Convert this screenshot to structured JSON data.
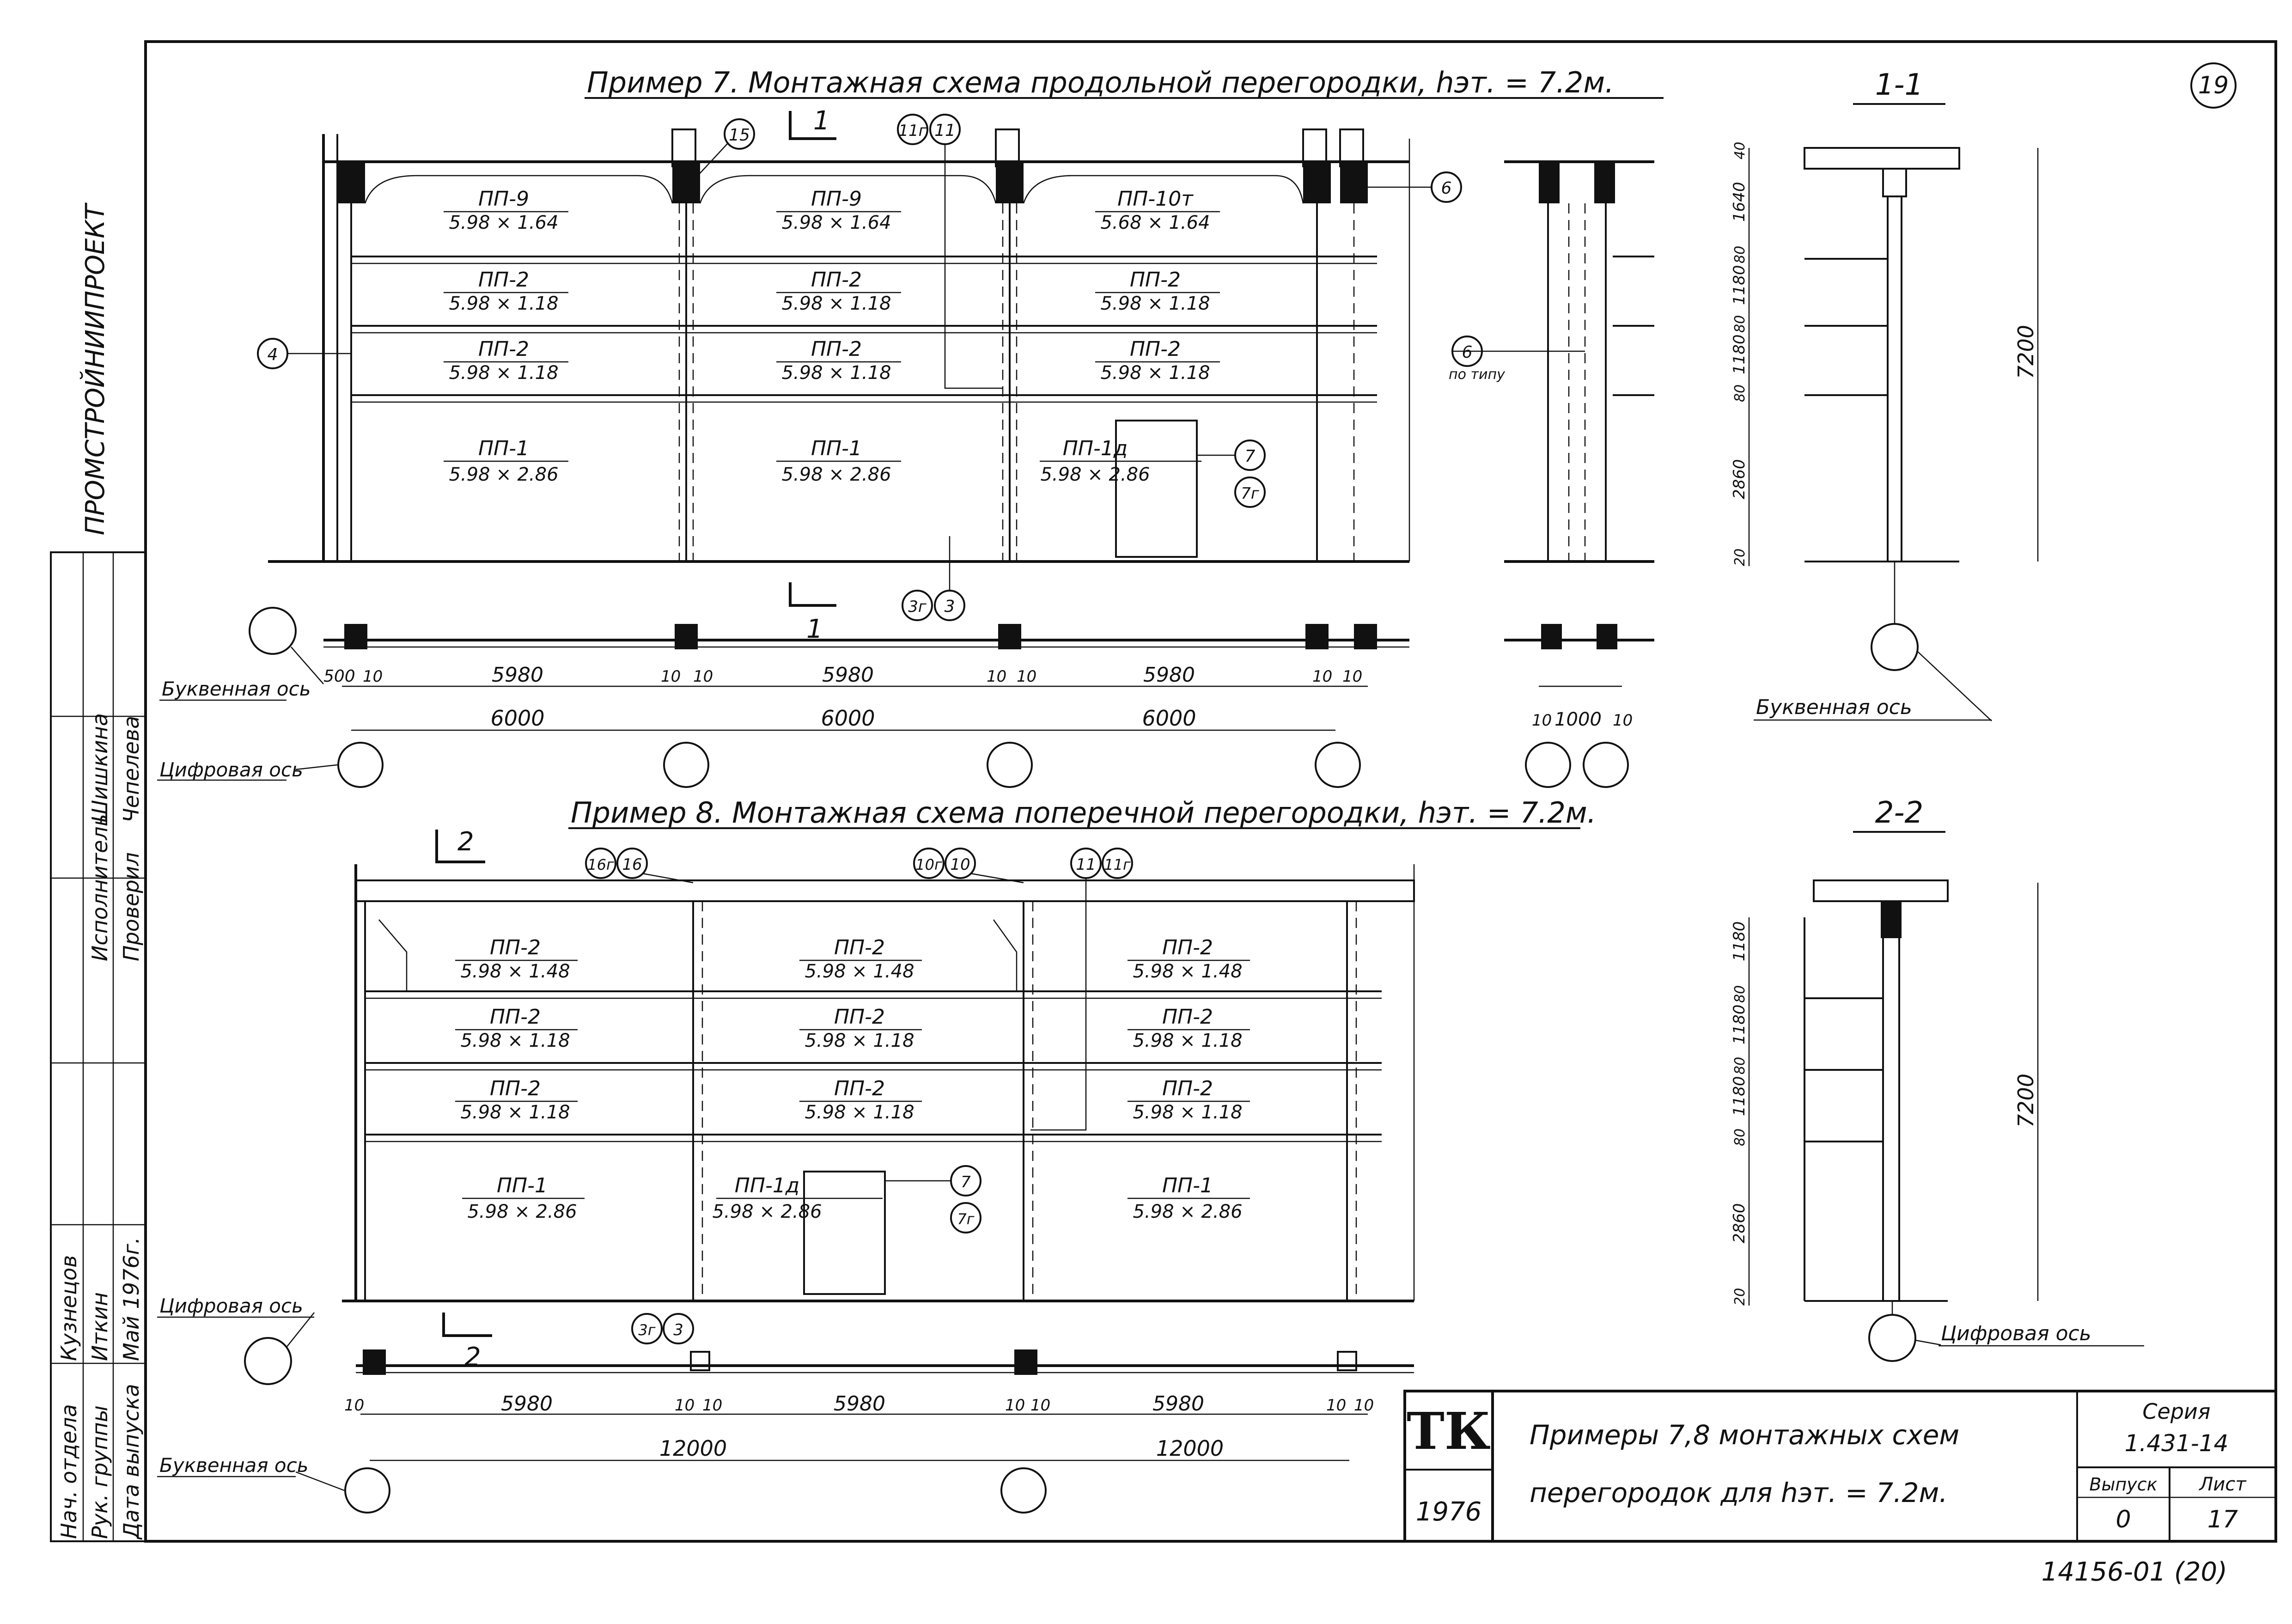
{
  "sheet": {
    "sheet_number_circle": "19",
    "inventory_number": "14156-01 (20)",
    "org": "ПРОМСТРОЙНИИПРОЕКТ"
  },
  "example7": {
    "title": "Пример 7. Монтажная схема продольной перегородки, hэт. = 7.2м.",
    "section_mark": "1",
    "panels": [
      [
        "ПП-9",
        "5.98 × 1.64"
      ],
      [
        "ПП-9",
        "5.98 × 1.64"
      ],
      [
        "ПП-10т",
        "5.68 × 1.64"
      ],
      [
        "ПП-2",
        "5.98 × 1.18"
      ],
      [
        "ПП-2",
        "5.98 × 1.18"
      ],
      [
        "ПП-2",
        "5.98 × 1.18"
      ],
      [
        "ПП-2",
        "5.98 × 1.18"
      ],
      [
        "ПП-2",
        "5.98 × 1.18"
      ],
      [
        "ПП-2",
        "5.98 × 1.18"
      ],
      [
        "ПП-1",
        "5.98 × 2.86"
      ],
      [
        "ПП-1",
        "5.98 × 2.86"
      ],
      [
        "ПП-1д",
        "5.98 × 2.86"
      ]
    ],
    "callouts": [
      "15",
      "11г",
      "11",
      "6",
      "4",
      "6",
      "по типу",
      "7",
      "7г",
      "3г",
      "3"
    ],
    "dims": [
      "500",
      "10",
      "5980",
      "10",
      "10",
      "5980",
      "10",
      "10",
      "5980",
      "10",
      "10",
      "6000",
      "6000",
      "6000",
      "10",
      "1000",
      "10"
    ],
    "letter_axis": "Буквенная ось",
    "digit_axis": "Цифровая ось"
  },
  "section11": {
    "title": "1-1",
    "dims": [
      "40",
      "1640",
      "80",
      "1180",
      "80",
      "1180",
      "80",
      "2860",
      "20"
    ],
    "total": "7200",
    "axis": "Буквенная ось"
  },
  "example8": {
    "title": "Пример 8. Монтажная схема поперечной перегородки, hэт. = 7.2м.",
    "section_mark": "2",
    "panels": [
      [
        "ПП-2",
        "5.98 × 1.48"
      ],
      [
        "ПП-2",
        "5.98 × 1.48"
      ],
      [
        "ПП-2",
        "5.98 × 1.48"
      ],
      [
        "ПП-2",
        "5.98 × 1.18"
      ],
      [
        "ПП-2",
        "5.98 × 1.18"
      ],
      [
        "ПП-2",
        "5.98 × 1.18"
      ],
      [
        "ПП-2",
        "5.98 × 1.18"
      ],
      [
        "ПП-2",
        "5.98 × 1.18"
      ],
      [
        "ПП-2",
        "5.98 × 1.18"
      ],
      [
        "ПП-1",
        "5.98 × 2.86"
      ],
      [
        "ПП-1д",
        "5.98 × 2.86"
      ],
      [
        "ПП-1",
        "5.98 × 2.86"
      ]
    ],
    "callouts": [
      "16г",
      "16",
      "10г",
      "10",
      "11",
      "11г",
      "7",
      "7г",
      "3г",
      "3"
    ],
    "dims": [
      "10",
      "5980",
      "10",
      "10",
      "5980",
      "10",
      "10",
      "5980",
      "10",
      "10",
      "12000",
      "12000"
    ],
    "digit_axis": "Цифровая ось",
    "letter_axis": "Буквенная ось"
  },
  "section22": {
    "title": "2-2",
    "dims": [
      "1180",
      "80",
      "1180",
      "80",
      "1180",
      "80",
      "2860",
      "20"
    ],
    "total": "7200",
    "axis": "Цифровая ось"
  },
  "title_block": {
    "logo": "ТК",
    "year": "1976",
    "title_line1": "Примеры 7,8 монтажных схем",
    "title_line2": "перегородок для hэт. = 7.2м.",
    "series_label": "Серия",
    "series_value": "1.431-14",
    "issue_label": "Выпуск",
    "issue_value": "0",
    "sheet_label": "Лист",
    "sheet_value": "17"
  },
  "side_block": {
    "rows": [
      [
        "Нач. отдела",
        "Кузнецов"
      ],
      [
        "Рук. группы",
        "Иткин"
      ],
      [
        "Дата выпуска",
        "Май 1976г."
      ],
      [
        "Проверил",
        "Чепелева"
      ],
      [
        "Исполнитель",
        "Шишкина"
      ]
    ]
  }
}
